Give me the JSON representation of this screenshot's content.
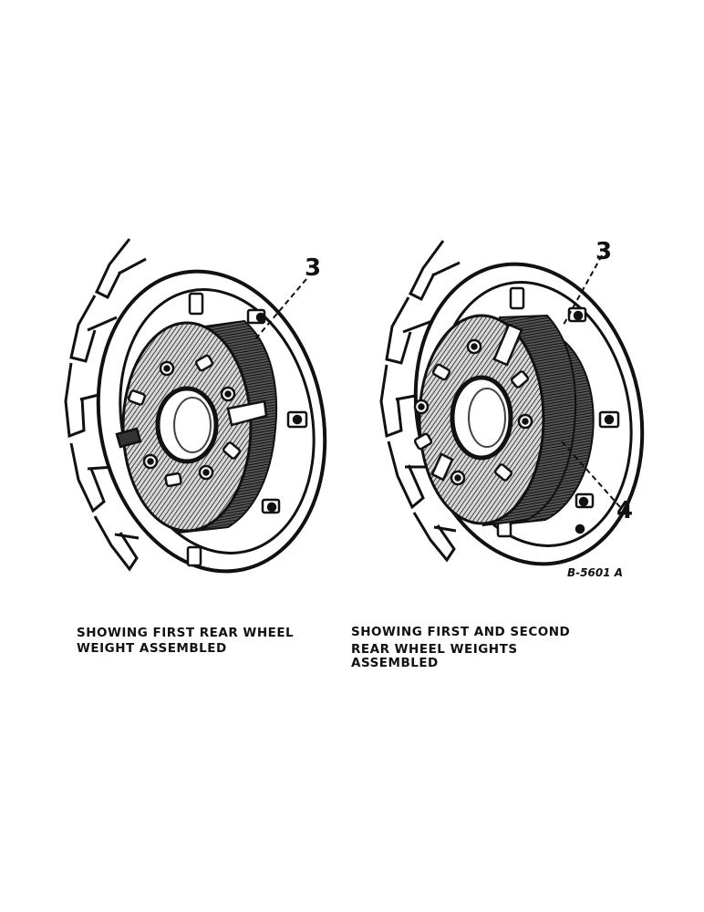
{
  "callouts": {
    "left_part": "3",
    "right_part_upper": "3",
    "right_part_lower": "4"
  },
  "reference_code": "B-5601 A",
  "captions": {
    "left": {
      "line1": "SHOWING FIRST REAR WHEEL",
      "line2": "WEIGHT ASSEMBLED"
    },
    "right": {
      "line1": "SHOWING FIRST AND SECOND",
      "line2": "REAR WHEEL WEIGHTS",
      "line3": "ASSEMBLED"
    }
  },
  "colors": {
    "ink": "#111111",
    "paper": "#ffffff",
    "shade": "#2a2a2a"
  }
}
